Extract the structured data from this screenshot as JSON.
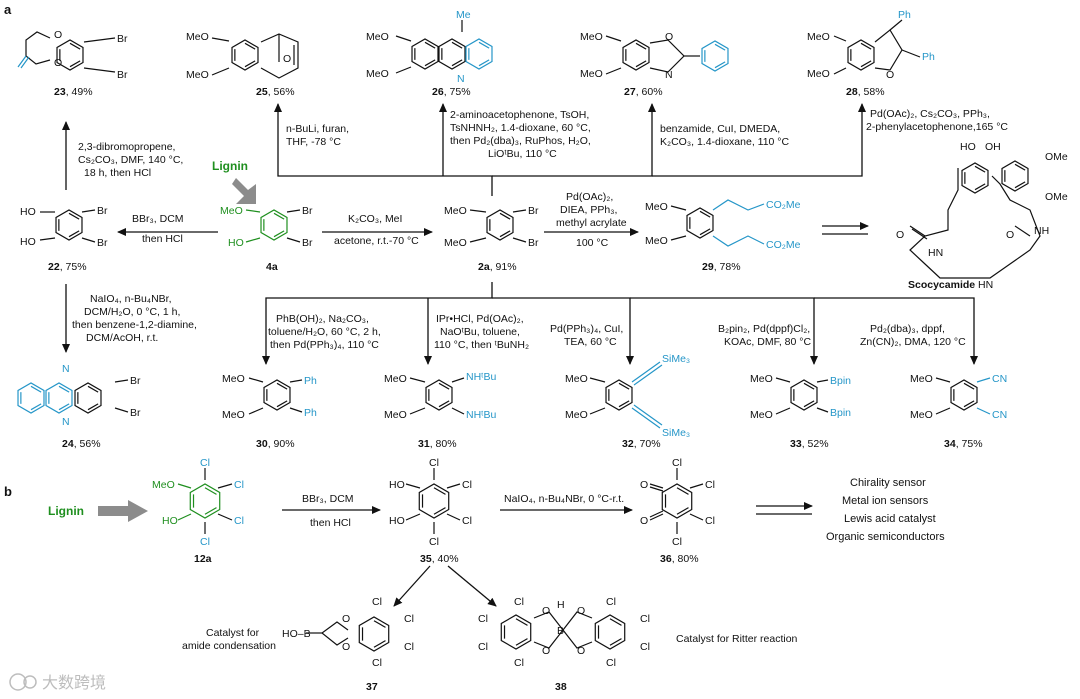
{
  "panels": {
    "a": "a",
    "b": "b"
  },
  "start": {
    "lignin": "Lignin",
    "lignin2": "Lignin"
  },
  "atoms": {
    "MeO": "MeO",
    "OMe": "OMe",
    "HO": "HO",
    "OH": "OH",
    "Br": "Br",
    "Cl": "Cl",
    "O": "O",
    "N": "N",
    "H": "H",
    "B": "B",
    "NH": "NH",
    "HN": "HN",
    "Ph": "Ph",
    "Me": "Me",
    "CN": "CN",
    "Bpin": "Bpin",
    "SiMe3": "SiMe₃",
    "CO2Me": "CO₂Me",
    "NHtBu": "NHᵗBu",
    "HOB": "HO–B"
  },
  "compounds": {
    "c23": {
      "id": "23",
      "yield": ", 49%"
    },
    "c25": {
      "id": "25",
      "yield": ", 56%"
    },
    "c26": {
      "id": "26",
      "yield": ", 75%"
    },
    "c27": {
      "id": "27",
      "yield": ", 60%"
    },
    "c28": {
      "id": "28",
      "yield": ", 58%"
    },
    "c22": {
      "id": "22",
      "yield": ", 75%"
    },
    "c4a": {
      "id": "4a",
      "yield": ""
    },
    "c2a": {
      "id": "2a",
      "yield": ", 91%"
    },
    "c29": {
      "id": "29",
      "yield": ", 78%"
    },
    "scocy": {
      "id": "Scocycamide",
      "yield": ""
    },
    "c24": {
      "id": "24",
      "yield": ", 56%"
    },
    "c30": {
      "id": "30",
      "yield": ", 90%"
    },
    "c31": {
      "id": "31",
      "yield": ", 80%"
    },
    "c32": {
      "id": "32",
      "yield": ", 70%"
    },
    "c33": {
      "id": "33",
      "yield": ", 52%"
    },
    "c34": {
      "id": "34",
      "yield": ", 75%"
    },
    "c12a": {
      "id": "12a",
      "yield": ""
    },
    "c35": {
      "id": "35",
      "yield": ", 40%"
    },
    "c36": {
      "id": "36",
      "yield": ", 80%"
    },
    "c37": {
      "id": "37",
      "yield": ""
    },
    "c38": {
      "id": "38",
      "yield": ""
    }
  },
  "conditions": {
    "to23": [
      "2,3-dibromopropene,",
      "Cs₂CO₃, DMF, 140 °C,",
      "18 h, then HCl"
    ],
    "to25": [
      "n-BuLi, furan,",
      "THF, -78 °C"
    ],
    "to26": [
      "2-aminoacetophenone, TsOH,",
      "TsNHNH₂, 1.4-dioxane, 60 °C,",
      "then Pd₂(dba)₃, RuPhos, H₂O,",
      "LiOᵗBu, 110 °C"
    ],
    "to27": [
      "benzamide, CuI, DMEDA,",
      "K₂CO₃, 1.4-dioxane, 110 °C"
    ],
    "to28": [
      "Pd(OAc)₂, Cs₂CO₃, PPh₃,",
      "2-phenylacetophenone,165 °C"
    ],
    "to22": [
      "BBr₃, DCM",
      "then HCl"
    ],
    "to2a": [
      "K₂CO₃, MeI",
      "acetone, r.t.-70 °C"
    ],
    "to29": [
      "Pd(OAc)₂,",
      "DIEA, PPh₃,",
      "methyl acrylate",
      "100 °C"
    ],
    "to24": [
      "NaIO₄, n-Bu₄NBr,",
      "DCM/H₂O, 0 °C, 1 h,",
      "then benzene-1,2-diamine,",
      "DCM/AcOH, r.t."
    ],
    "to30": [
      "PhB(OH)₂, Na₂CO₃,",
      "toluene/H₂O, 60 °C, 2 h,",
      "then Pd(PPh₃)₄, 110 °C"
    ],
    "to31": [
      "IPr•HCl, Pd(OAc)₂,",
      "NaOᵗBu, toluene,",
      "110 °C, then ᵗBuNH₂"
    ],
    "to32": [
      "Pd(PPh₃)₄, CuI,",
      "TEA, 60 °C"
    ],
    "to33": [
      "B₂pin₂, Pd(dppf)Cl₂,",
      "KOAc, DMF, 80 °C"
    ],
    "to34": [
      "Pd₂(dba)₃, dppf,",
      "Zn(CN)₂, DMA, 120 °C"
    ],
    "to35": [
      "BBr₃, DCM",
      "then HCl"
    ],
    "to36": [
      "NaIO₄, n-Bu₄NBr, 0 °C-r.t."
    ]
  },
  "applications": {
    "list": [
      "Chirality sensor",
      "Metal ion sensors",
      "Lewis acid catalyst",
      "Organic semiconductors"
    ],
    "c37": [
      "Catalyst for",
      "amide condensation"
    ],
    "c38": "Catalyst for Ritter reaction"
  },
  "watermark": "大数跨境",
  "colors": {
    "green": "#1f8f1f",
    "blue": "#2596c8",
    "arrow_gray": "#8c8c8c"
  }
}
